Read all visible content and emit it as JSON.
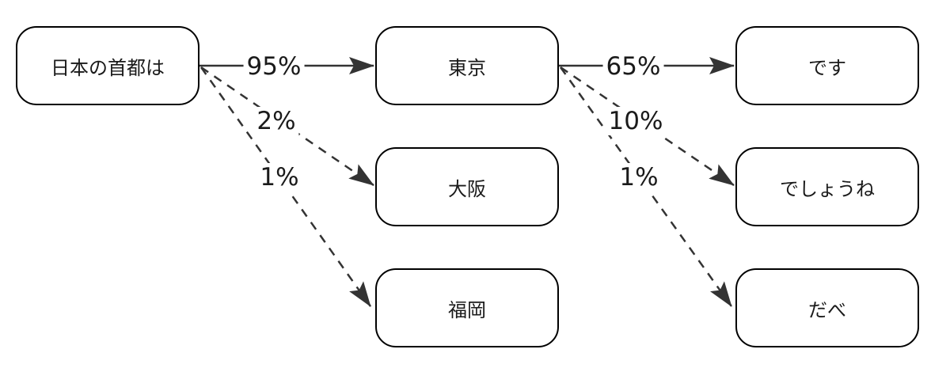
{
  "nodes": {
    "source": "日本の首都は",
    "tokyo": "東京",
    "osaka": "大阪",
    "fukuoka": "福岡",
    "desu": "です",
    "deshou": "でしょうね",
    "dabe": "だべ"
  },
  "edges": {
    "source_tokyo": "95%",
    "source_osaka": "2%",
    "source_fukuoka": "1%",
    "tokyo_desu": "65%",
    "tokyo_deshou": "10%",
    "tokyo_dabe": "1%"
  },
  "colors": {
    "stroke": "#000000",
    "arrow": "#333333",
    "text": "#1a1a1a"
  }
}
